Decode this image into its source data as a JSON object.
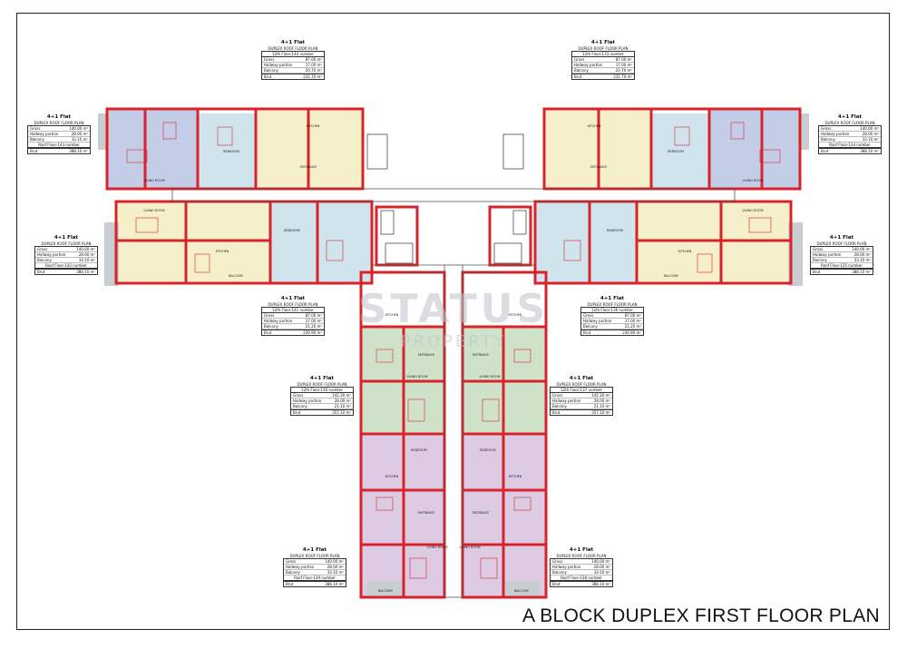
{
  "title": "A BLOCK DUPLEX FIRST FLOOR PLAN",
  "watermark": {
    "line1": "STATUS",
    "line2": "PROPERTY"
  },
  "colors": {
    "wall": "#d8232a",
    "zone_blue": "#c4cde8",
    "zone_yellow": "#f5f0c9",
    "zone_green": "#cfe3cb",
    "zone_purple": "#dccbe3",
    "zone_cyan": "#cfe4ec",
    "terrace": "#c8cdd2"
  },
  "labels": {
    "flat_type": "4+1 Flat",
    "plan_name": "DUPLEX ROOF FLOOR PLAN",
    "gross": "Gross",
    "hallway": "Hallway portion",
    "balcony": "Balcony",
    "brut": "Brut",
    "living_room": "LIVING ROOM",
    "kitchen": "KITCHEN",
    "bedroom": "BEDROOM",
    "entrance": "ENTRANCE",
    "balcony_room": "BALCONY"
  },
  "apartments": [
    {
      "floor": "12th Floor-144 number",
      "gross": "87.00 m²",
      "hallway": "17.00 m²",
      "balcony": "20.70 m²",
      "brut": "231.70 m²"
    },
    {
      "floor": "12th Floor-133 number",
      "gross": "87.00 m²",
      "hallway": "17.00 m²",
      "balcony": "20.70 m²",
      "brut": "231.70 m²"
    },
    {
      "floor": "Roof Floor-143 number",
      "gross": "140.00 m²",
      "hallway": "28.00 m²",
      "balcony": "33.10 m²",
      "brut": "388.10 m²"
    },
    {
      "floor": "Roof Floor-134 number",
      "gross": "140.00 m²",
      "hallway": "28.00 m²",
      "balcony": "33.10 m²",
      "brut": "388.10 m²"
    },
    {
      "floor": "Roof Floor-142 number",
      "gross": "140.00 m²",
      "hallway": "28.00 m²",
      "balcony": "33.10 m²",
      "brut": "388.10 m²"
    },
    {
      "floor": "Roof Floor-135 number",
      "gross": "140.00 m²",
      "hallway": "28.00 m²",
      "balcony": "33.10 m²",
      "brut": "388.10 m²"
    },
    {
      "floor": "12th Floor-141 number",
      "gross": "87.00 m²",
      "hallway": "17.00 m²",
      "balcony": "21.20 m²",
      "brut": "230.90 m²"
    },
    {
      "floor": "12th Floor-136 number",
      "gross": "87.00 m²",
      "hallway": "17.00 m²",
      "balcony": "21.20 m²",
      "brut": "230.90 m²"
    },
    {
      "floor": "12th Floor-140 number",
      "gross": "142.30 m²",
      "hallway": "28.00 m²",
      "balcony": "21.10 m²",
      "brut": "357.10 m²"
    },
    {
      "floor": "12th Floor-137 number",
      "gross": "142.30 m²",
      "hallway": "28.00 m²",
      "balcony": "21.10 m²",
      "brut": "357.10 m²"
    },
    {
      "floor": "Roof Floor-139 number",
      "gross": "140.00 m²",
      "hallway": "28.00 m²",
      "balcony": "33.10 m²",
      "brut": "388.10 m²"
    },
    {
      "floor": "Roof Floor-138 number",
      "gross": "140.00 m²",
      "hallway": "28.00 m²",
      "balcony": "33.10 m²",
      "brut": "388.10 m²"
    }
  ]
}
